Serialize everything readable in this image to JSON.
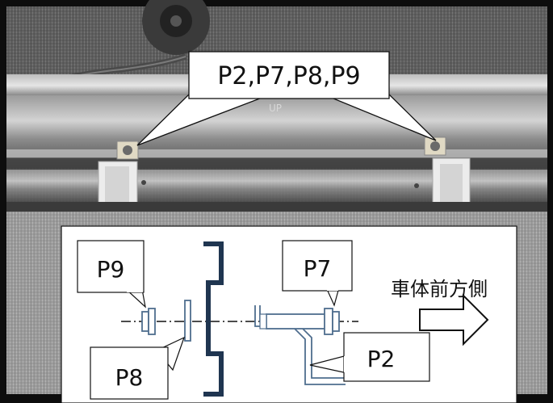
{
  "callouts": {
    "top_label": "P2,P7,P8,P9",
    "p9": "P9",
    "p8": "P8",
    "p7": "P7",
    "p2": "P2"
  },
  "direction_label": "車体前方側",
  "photo_mark": "UP",
  "colors": {
    "frame": "#0d0d0d",
    "photo_dark": "#2a2a2a",
    "photo_mid": "#6f6f6f",
    "photo_light": "#b8b8b8",
    "bracket_white": "#e9e9e9",
    "panel_blue": "#1f3550",
    "part_blue": "#4f6e8e",
    "text": "#111111"
  }
}
